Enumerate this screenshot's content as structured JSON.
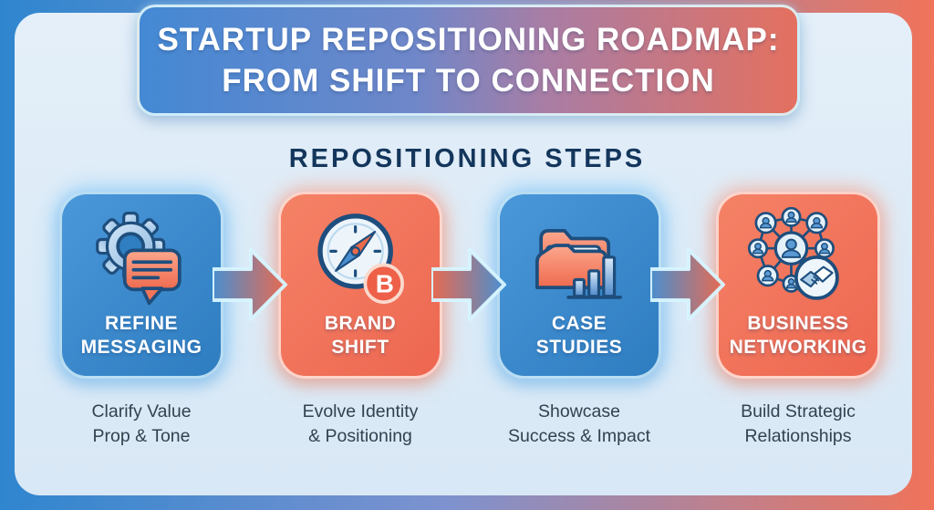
{
  "header": {
    "title_line1": "STARTUP REPOSITIONING ROADMAP:",
    "title_line2": "FROM SHIFT TO CONNECTION"
  },
  "subtitle": "REPOSITIONING STEPS",
  "steps": [
    {
      "label_line1": "REFINE",
      "label_line2": "MESSAGING",
      "description_line1": "Clarify Value",
      "description_line2": "Prop & Tone",
      "icon": "gear-chat-icon",
      "theme": "blue"
    },
    {
      "label_line1": "BRAND",
      "label_line2": "SHIFT",
      "description_line1": "Evolve Identity",
      "description_line2": "& Positioning",
      "icon": "compass-badge-icon",
      "theme": "coral"
    },
    {
      "label_line1": "CASE",
      "label_line2": "STUDIES",
      "description_line1": "Showcase",
      "description_line2": "Success & Impact",
      "icon": "folder-chart-icon",
      "theme": "blue"
    },
    {
      "label_line1": "BUSINESS",
      "label_line2": "NETWORKING",
      "description_line1": "Build Strategic",
      "description_line2": "Relationships",
      "icon": "network-handshake-icon",
      "theme": "coral"
    }
  ],
  "badge_letter": "B",
  "colors": {
    "background_left": "#2f86cf",
    "background_right": "#f0735a",
    "panel": "#dcebf7",
    "blue_card": "#3787cb",
    "coral_card": "#f1705a",
    "subtitle_text": "#14365c",
    "description_text": "#33424f",
    "card_label_text": "#ffffff",
    "icon_outline": "#1e4e7d"
  }
}
